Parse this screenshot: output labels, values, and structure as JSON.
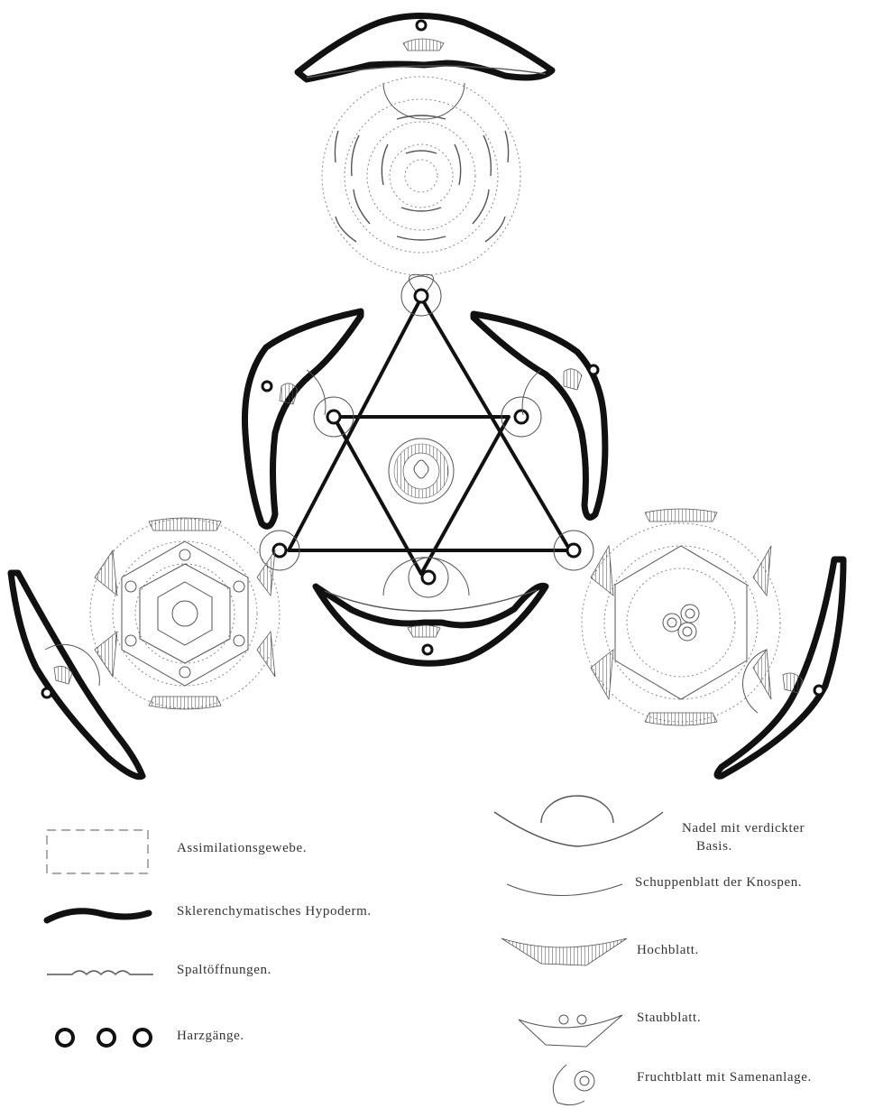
{
  "legend": {
    "left": [
      {
        "key": "assimilation",
        "label": "Assimilationsgewebe."
      },
      {
        "key": "sclerenchyma",
        "label": "Sklerenchymatisches Hypoderm."
      },
      {
        "key": "stomata",
        "label": "Spaltöffnungen."
      },
      {
        "key": "resin",
        "label": "Harzgänge."
      }
    ],
    "right": [
      {
        "key": "needle",
        "label_line1": "Nadel mit verdickter",
        "label_line2": "Basis."
      },
      {
        "key": "bud_scale",
        "label": "Schuppenblatt der Knospen."
      },
      {
        "key": "bract",
        "label": "Hochblatt."
      },
      {
        "key": "stamen",
        "label": "Staubblatt."
      },
      {
        "key": "carpel",
        "label": "Fruchtblatt mit Samenanlage."
      }
    ]
  },
  "colors": {
    "ink": "#111111",
    "paper": "#ffffff",
    "hatch": "#555555"
  }
}
